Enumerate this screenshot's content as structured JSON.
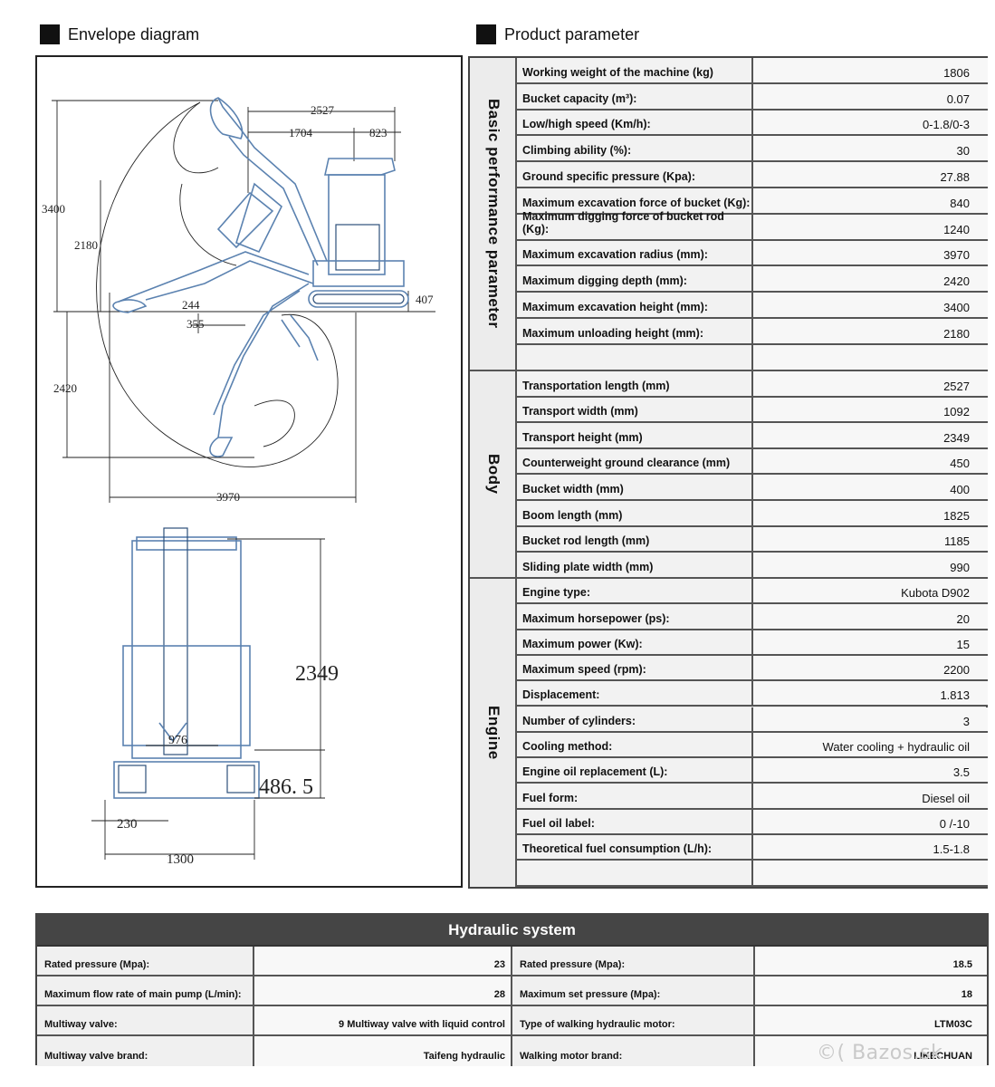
{
  "envelope": {
    "title": "Envelope diagram",
    "dims": {
      "top_length": "2527",
      "boom_span": "1704",
      "rear_span": "823",
      "max_height": "3400",
      "unload_height": "2180",
      "dim_244": "244",
      "dim_355": "355",
      "clearance": "407",
      "dig_depth": "2420",
      "reach": "3970",
      "transport_height": "2349",
      "dim_976": "976",
      "dim_4865": "486. 5",
      "track_width": "230",
      "overall_width": "1300"
    }
  },
  "product": {
    "title": "Product parameter",
    "groups": [
      {
        "name": "Basic performance parameter"
      },
      {
        "name": "Body"
      },
      {
        "name": "Engine"
      }
    ],
    "basic": [
      {
        "label": "Working weight of the machine (kg)",
        "value": "1806"
      },
      {
        "label": "Bucket capacity (m³):",
        "value": "0.07"
      },
      {
        "label": "Low/high speed (Km/h):",
        "value": "0-1.8/0-3"
      },
      {
        "label": "Climbing ability (%):",
        "value": "30"
      },
      {
        "label": "Ground specific pressure (Kpa):",
        "value": "27.88"
      },
      {
        "label": "Maximum excavation force of bucket (Kg):",
        "value": "840"
      },
      {
        "label": "Maximum digging force of bucket rod (Kg):",
        "value": "1240"
      },
      {
        "label": "Maximum excavation radius (mm):",
        "value": "3970"
      },
      {
        "label": "Maximum digging depth (mm):",
        "value": "2420"
      },
      {
        "label": "Maximum excavation height (mm):",
        "value": "3400"
      },
      {
        "label": "Maximum unloading height (mm):",
        "value": "2180"
      },
      {
        "label": "",
        "value": ""
      }
    ],
    "body": [
      {
        "label": "Transportation length (mm)",
        "value": "2527"
      },
      {
        "label": "Transport width (mm)",
        "value": "1092"
      },
      {
        "label": "Transport height (mm)",
        "value": "2349"
      },
      {
        "label": "Counterweight ground clearance (mm)",
        "value": "450"
      },
      {
        "label": "Bucket width (mm)",
        "value": "400"
      },
      {
        "label": "Boom length (mm)",
        "value": "1825"
      },
      {
        "label": "Bucket rod length (mm)",
        "value": "1185"
      },
      {
        "label": "Sliding plate width (mm)",
        "value": "990"
      }
    ],
    "engine": [
      {
        "label": "Engine type:",
        "value": "Kubota D902"
      },
      {
        "label": "Maximum horsepower (ps):",
        "value": "20"
      },
      {
        "label": "Maximum power (Kw):",
        "value": "15"
      },
      {
        "label": "Maximum speed (rpm):",
        "value": "2200"
      },
      {
        "label": "Displacement:",
        "value": "1.813"
      },
      {
        "label": "Number of cylinders:",
        "value": "3"
      },
      {
        "label": "Cooling method:",
        "value": "Water cooling + hydraulic oil"
      },
      {
        "label": "Engine oil replacement (L):",
        "value": "3.5"
      },
      {
        "label": "Fuel form:",
        "value": "Diesel oil"
      },
      {
        "label": "Fuel oil label:",
        "value": "0 /-10"
      },
      {
        "label": "Theoretical fuel consumption (L/h):",
        "value": "1.5-1.8"
      },
      {
        "label": "",
        "value": ""
      }
    ]
  },
  "hydraulic": {
    "title": "Hydraulic system",
    "rows": [
      {
        "l1": "Rated pressure (Mpa):",
        "v1": "23",
        "l2": "Rated pressure (Mpa):",
        "v2": "18.5"
      },
      {
        "l1": "Maximum flow rate of main pump (L/min):",
        "v1": "28",
        "l2": "Maximum set pressure (Mpa):",
        "v2": "18"
      },
      {
        "l1": "Multiway valve:",
        "v1": "9 Multiway valve with liquid control",
        "l2": "Type of walking hydraulic motor:",
        "v2": "LTM03C"
      },
      {
        "l1": "Multiway valve brand:",
        "v1": "Taifeng hydraulic",
        "l2": "Walking motor brand:",
        "v2": "LIKECHUAN"
      }
    ]
  },
  "watermark": "©( Bazos.sk"
}
